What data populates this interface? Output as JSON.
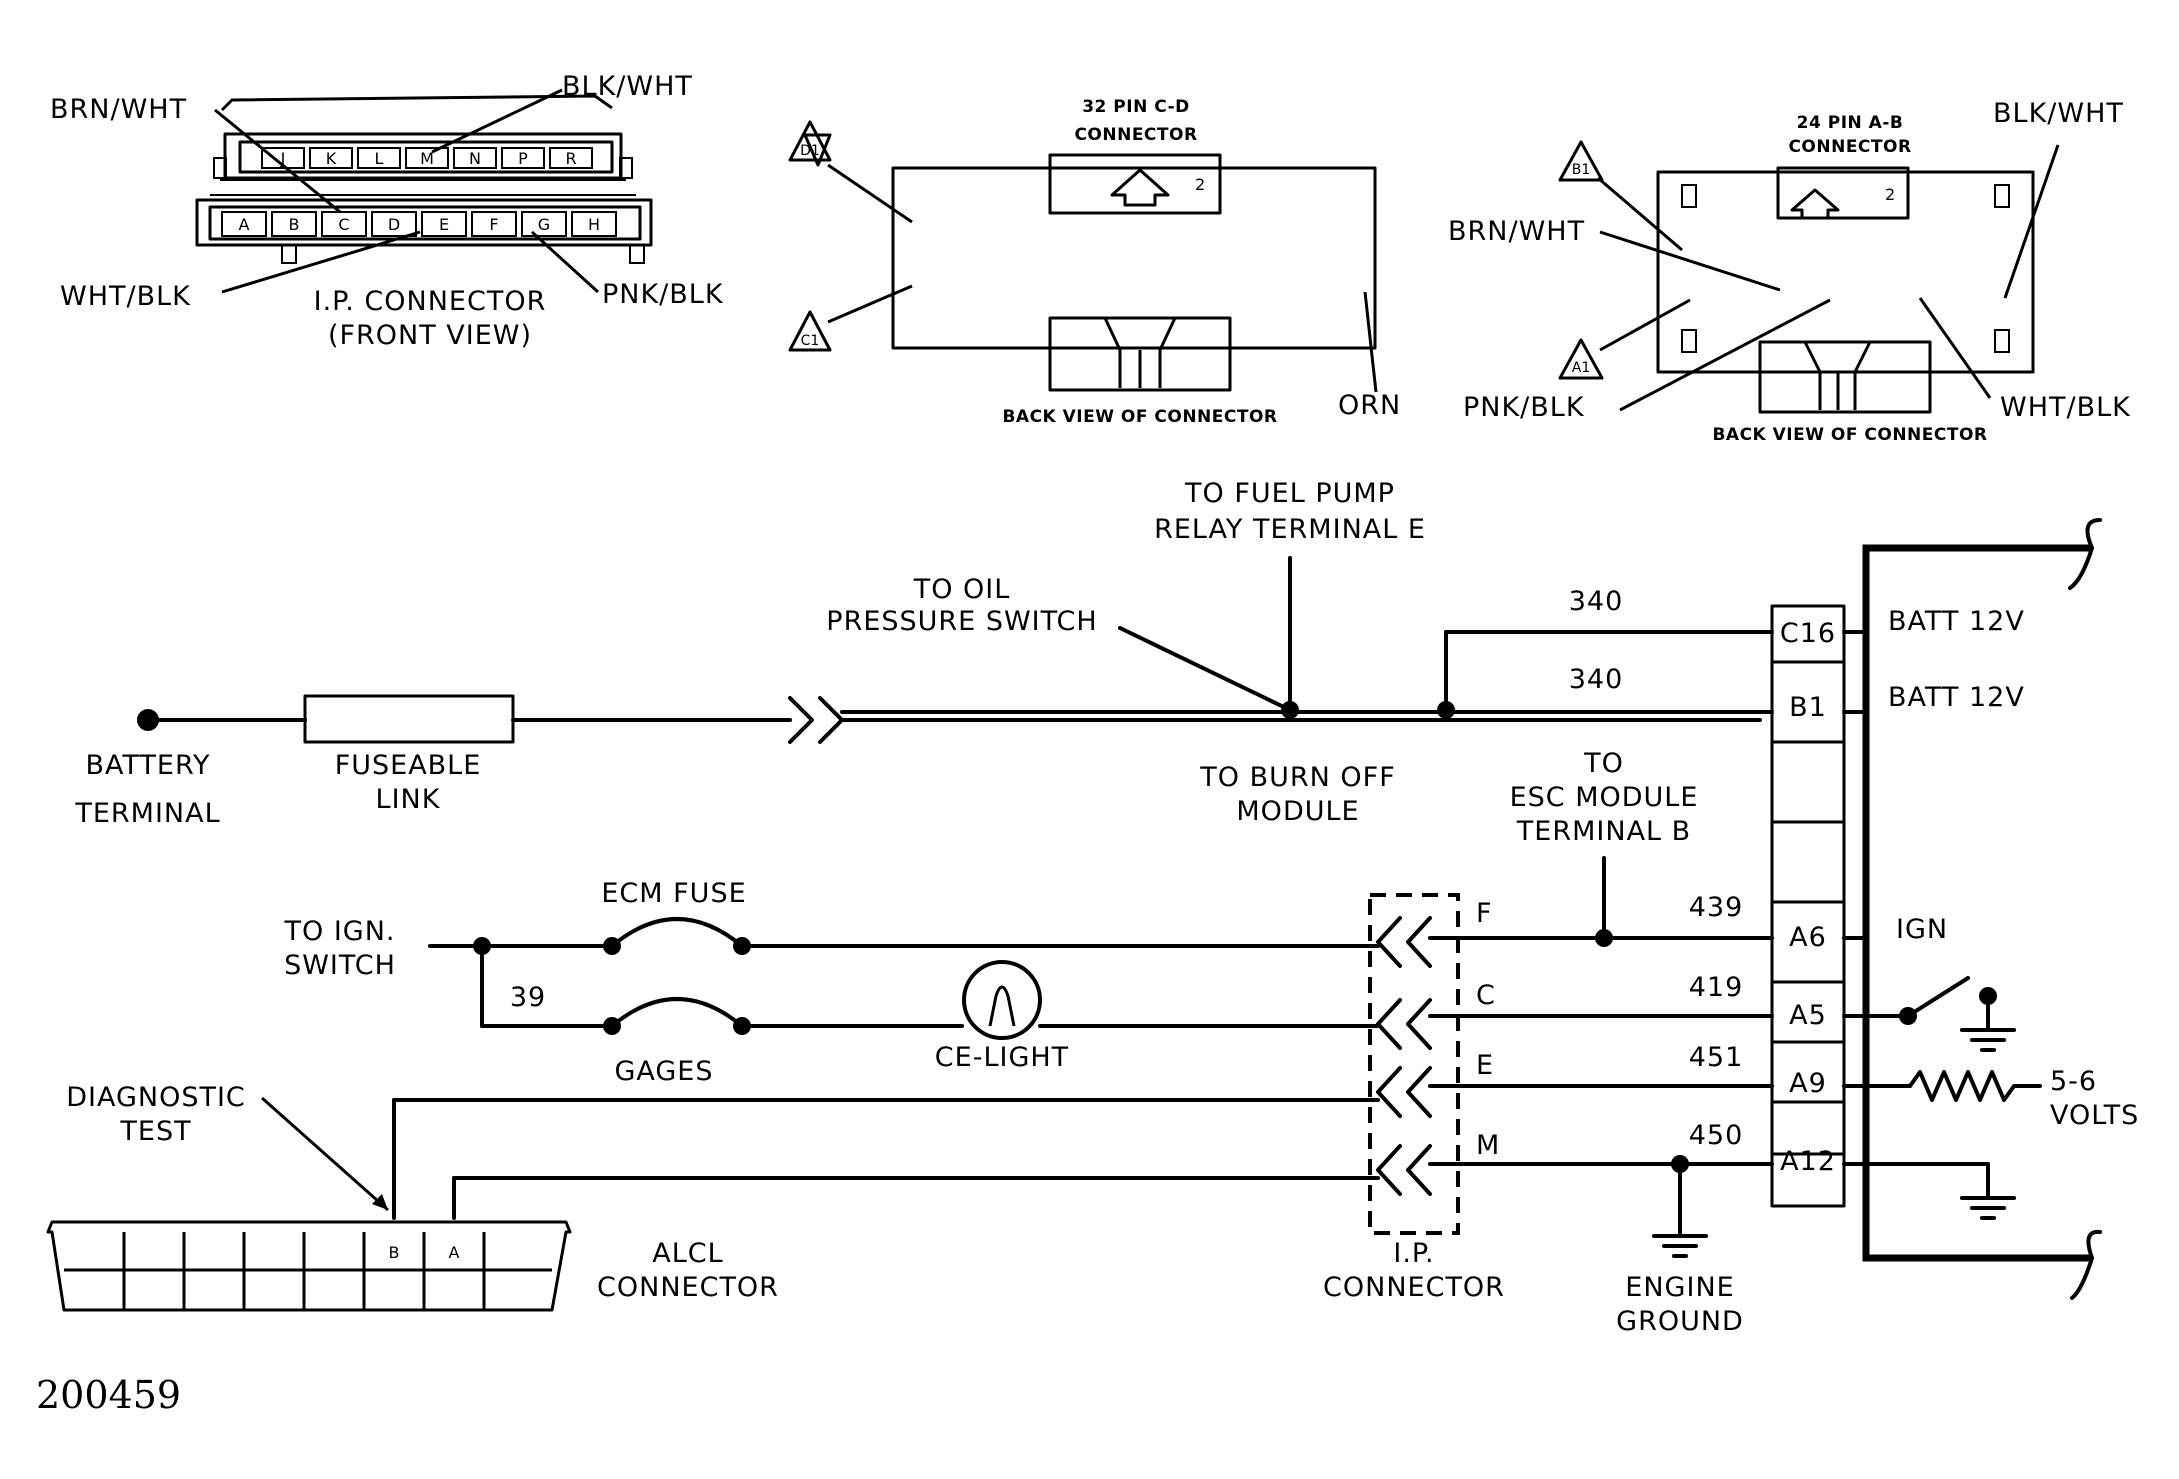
{
  "top": {
    "ip_connector": {
      "title": [
        "I.P. CONNECTOR",
        "(FRONT VIEW)"
      ],
      "wires": {
        "brn_wht": "BRN/WHT",
        "blk_wht": "BLK/WHT",
        "wht_blk": "WHT/BLK",
        "pnk_blk": "PNK/BLK"
      },
      "top_pins": [
        "J",
        "K",
        "L",
        "M",
        "N",
        "P",
        "R"
      ],
      "bottom_pins": [
        "A",
        "B",
        "C",
        "D",
        "E",
        "F",
        "G",
        "H"
      ]
    },
    "cd_connector": {
      "title": [
        "32 PIN C-D",
        "CONNECTOR"
      ],
      "d1": "D1",
      "c1": "C1",
      "orn": "ORN",
      "back_view": "BACK VIEW OF CONNECTOR",
      "tab_number": "2"
    },
    "ab_connector": {
      "title": [
        "24 PIN A-B",
        "CONNECTOR"
      ],
      "b1": "B1",
      "a1": "A1",
      "blk_wht": "BLK/WHT",
      "brn_wht": "BRN/WHT",
      "pnk_blk": "PNK/BLK",
      "wht_blk": "WHT/BLK",
      "back_view": "BACK VIEW OF CONNECTOR",
      "tab_number": "2"
    }
  },
  "circuit": {
    "battery_terminal": [
      "BATTERY",
      "TERMINAL"
    ],
    "fuseable_link": [
      "FUSEABLE",
      "LINK"
    ],
    "oil_pressure": [
      "TO OIL",
      "PRESSURE SWITCH"
    ],
    "fuel_pump": [
      "TO FUEL PUMP",
      "RELAY TERMINAL E"
    ],
    "burn_off": [
      "TO BURN OFF",
      "MODULE"
    ],
    "esc_module": [
      "TO",
      "ESC MODULE",
      "TERMINAL B"
    ],
    "ign_switch": [
      "TO IGN.",
      "SWITCH"
    ],
    "ecm_fuse": "ECM FUSE",
    "gages": "GAGES",
    "ce_light": "CE-LIGHT",
    "wire_39": "39",
    "diagnostic": [
      "DIAGNOSTIC",
      "TEST"
    ],
    "alcl": [
      "ALCL",
      "CONNECTOR"
    ],
    "alcl_pins": {
      "b": "B",
      "a": "A"
    },
    "ip_connector": [
      "I.P.",
      "CONNECTOR"
    ],
    "engine_ground": [
      "ENGINE",
      "GROUND"
    ],
    "ip_letters": {
      "f": "F",
      "c": "C",
      "e": "E",
      "m": "M"
    },
    "wire_numbers": {
      "w340a": "340",
      "w340b": "340",
      "w439": "439",
      "w419": "419",
      "w451": "451",
      "w450": "450"
    },
    "ecm_pins": {
      "c16": "C16",
      "b1": "B1",
      "a6": "A6",
      "a5": "A5",
      "a9": "A9",
      "a12": "A12"
    },
    "batt1": "BATT 12V",
    "batt2": "BATT 12V",
    "ign": "IGN",
    "volts": [
      "5-6",
      "VOLTS"
    ]
  },
  "figure_number": "200459"
}
